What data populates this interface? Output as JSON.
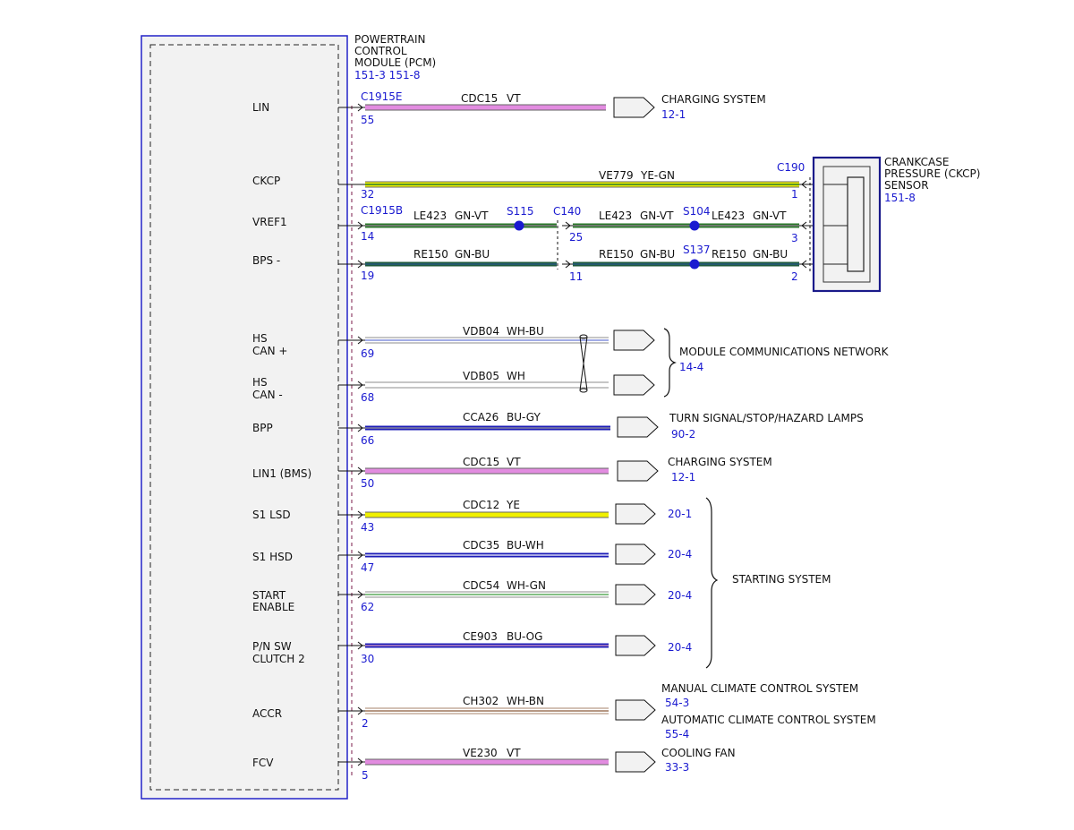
{
  "colors": {
    "module_border": "#2323c8",
    "module_fill": "#f2f2f2",
    "label_blue": "#1a1ad0",
    "label_black": "#111111",
    "VT": "#e28ce0",
    "YE": "#f0f000",
    "GN": "#2a7a2a",
    "DARKGN": "#1f5a3c",
    "BU": "#1c1cb8",
    "WH": "#ffffff",
    "BN": "#8a5a3a",
    "GY": "#9a9a9a",
    "OG": "#e08a20"
  },
  "module": {
    "title_lines": [
      "POWERTRAIN",
      "CONTROL",
      "MODULE (PCM)"
    ],
    "refs": "151-3  151-8"
  },
  "pins": [
    {
      "id": "lin",
      "lines": [
        "LIN"
      ]
    },
    {
      "id": "ckcp",
      "lines": [
        "CKCP"
      ]
    },
    {
      "id": "vref1",
      "lines": [
        "VREF1"
      ]
    },
    {
      "id": "bps",
      "lines": [
        "BPS -"
      ]
    },
    {
      "id": "hscanp",
      "lines": [
        "HS",
        "CAN +"
      ]
    },
    {
      "id": "hscanm",
      "lines": [
        "HS",
        "CAN -"
      ]
    },
    {
      "id": "bpp",
      "lines": [
        "BPP"
      ]
    },
    {
      "id": "lin1",
      "lines": [
        "LIN1 (BMS)"
      ]
    },
    {
      "id": "s1lsd",
      "lines": [
        "S1 LSD"
      ]
    },
    {
      "id": "s1hsd",
      "lines": [
        "S1 HSD"
      ]
    },
    {
      "id": "starten",
      "lines": [
        "START",
        "ENABLE"
      ]
    },
    {
      "id": "pnsw",
      "lines": [
        "P/N SW",
        "CLUTCH 2"
      ]
    },
    {
      "id": "accr",
      "lines": [
        "ACCR"
      ]
    },
    {
      "id": "fcv",
      "lines": [
        "FCV"
      ]
    }
  ],
  "connectors": {
    "c1915e": "C1915E",
    "c1915b": "C1915B",
    "c140": "C140",
    "c190": "C190"
  },
  "splices": {
    "s115": "S115",
    "s104": "S104",
    "s137": "S137"
  },
  "sensor": {
    "lines": [
      "CRANKCASE",
      "PRESSURE (CKCP)",
      "SENSOR"
    ],
    "ref": "151-8"
  },
  "wires": {
    "lin": {
      "pin": "55",
      "circuit": "CDC15",
      "color": "VT"
    },
    "ckcp": {
      "pin": "32",
      "end_pin": "1",
      "circuit": "VE779",
      "color": "YE-GN"
    },
    "vref1_a": {
      "pin": "14",
      "circuit": "LE423",
      "color": "GN-VT"
    },
    "vref1_b": {
      "pin": "25",
      "circuit": "LE423",
      "color": "GN-VT"
    },
    "vref1_c": {
      "end_pin": "3",
      "circuit": "LE423",
      "color": "GN-VT"
    },
    "bps_a": {
      "pin": "19",
      "circuit": "RE150",
      "color": "GN-BU"
    },
    "bps_b": {
      "pin": "11",
      "circuit": "RE150",
      "color": "GN-BU"
    },
    "bps_c": {
      "end_pin": "2",
      "circuit": "RE150",
      "color": "GN-BU"
    },
    "hscanp": {
      "pin": "69",
      "circuit": "VDB04",
      "color": "WH-BU"
    },
    "hscanm": {
      "pin": "68",
      "circuit": "VDB05",
      "color": "WH"
    },
    "bpp": {
      "pin": "66",
      "circuit": "CCA26",
      "color": "BU-GY"
    },
    "lin1": {
      "pin": "50",
      "circuit": "CDC15",
      "color": "VT"
    },
    "s1lsd": {
      "pin": "43",
      "circuit": "CDC12",
      "color": "YE"
    },
    "s1hsd": {
      "pin": "47",
      "circuit": "CDC35",
      "color": "BU-WH"
    },
    "starten": {
      "pin": "62",
      "circuit": "CDC54",
      "color": "WH-GN"
    },
    "pnsw": {
      "pin": "30",
      "circuit": "CE903",
      "color": "BU-OG"
    },
    "accr": {
      "pin": "2",
      "circuit": "CH302",
      "color": "WH-BN"
    },
    "fcv": {
      "pin": "5",
      "circuit": "VE230",
      "color": "VT"
    }
  },
  "destinations": {
    "lin": {
      "name": "CHARGING SYSTEM",
      "ref": "12-1"
    },
    "network": {
      "name": "MODULE COMMUNICATIONS NETWORK",
      "ref": "14-4"
    },
    "bpp": {
      "name": "TURN SIGNAL/STOP/HAZARD LAMPS",
      "ref": "90-2"
    },
    "lin1": {
      "name": "CHARGING SYSTEM",
      "ref": "12-1"
    },
    "s1lsd": {
      "ref": "20-1"
    },
    "s1hsd": {
      "ref": "20-4"
    },
    "starten": {
      "ref": "20-4"
    },
    "pnsw": {
      "ref": "20-4"
    },
    "starting": {
      "name": "STARTING SYSTEM"
    },
    "accr_manual": {
      "name": "MANUAL CLIMATE CONTROL SYSTEM",
      "ref": "54-3"
    },
    "accr_auto": {
      "name": "AUTOMATIC CLIMATE CONTROL SYSTEM",
      "ref": "55-4"
    },
    "fcv": {
      "name": "COOLING FAN",
      "ref": "33-3"
    }
  }
}
